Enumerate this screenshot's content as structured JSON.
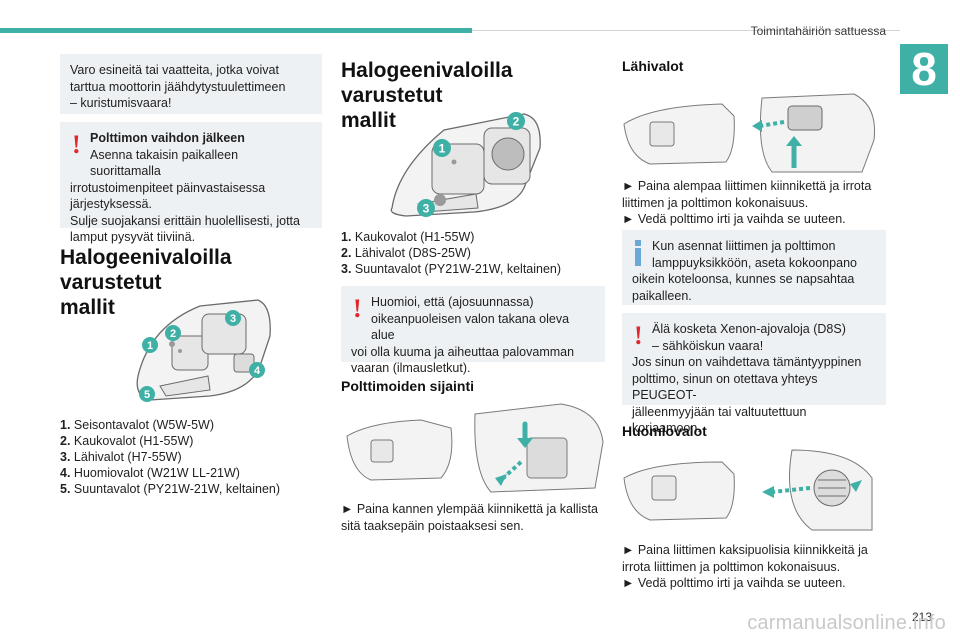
{
  "header": {
    "title": "Toimintahäiriön sattuessa",
    "chapter": "8"
  },
  "col1": {
    "note1_lines": [
      "Varo esineitä tai vaatteita, jotka voivat",
      "tarttua moottorin jäähdytystuulettimeen",
      "– kuristumisvaara!"
    ],
    "warn_title": "Polttimon vaihdon jälkeen",
    "warn_lines": [
      "Asenna takaisin paikalleen suorittamalla",
      "irrotustoimenpiteet päinvastaisessa",
      "järjestyksessä.",
      "Sulje suojakansi erittäin huolellisesti, jotta",
      "lamput pysyvät tiiviinä."
    ],
    "heading_lines": [
      "Halogeenivaloilla varustetut",
      "mallit"
    ],
    "callouts": [
      "1",
      "2",
      "3",
      "4",
      "5"
    ],
    "list": [
      {
        "n": "1.",
        "t": "Seisontavalot (W5W-5W)"
      },
      {
        "n": "2.",
        "t": "Kaukovalot (H1-55W)"
      },
      {
        "n": "3.",
        "t": "Lähivalot (H7-55W)"
      },
      {
        "n": "4.",
        "t": "Huomiovalot (W21W LL-21W)"
      },
      {
        "n": "5.",
        "t": "Suuntavalot (PY21W-21W, keltainen)"
      }
    ]
  },
  "col2": {
    "heading_lines": [
      "Halogeenivaloilla varustetut",
      "mallit"
    ],
    "callouts": [
      "1",
      "2",
      "3"
    ],
    "list": [
      {
        "n": "1.",
        "t": "Kaukovalot (H1-55W)"
      },
      {
        "n": "2.",
        "t": "Lähivalot (D8S-25W)"
      },
      {
        "n": "3.",
        "t": "Suuntavalot (PY21W-21W, keltainen)"
      }
    ],
    "warn_lines": [
      "Huomioi, että (ajosuunnassa)",
      "oikeanpuoleisen valon takana oleva alue",
      "voi olla kuuma ja aiheuttaa palovamman",
      "vaaran (ilmausletkut)."
    ],
    "sub_heading": "Polttimoiden sijainti",
    "para_lines": [
      "► Paina kannen ylempää kiinnikettä ja kallista",
      "sitä taaksepäin poistaaksesi sen."
    ]
  },
  "col3": {
    "heading1": "Lähivalot",
    "para1_lines": [
      "► Paina alempaa liittimen kiinnikettä ja irrota",
      "liittimen ja polttimon kokonaisuus.",
      "► Vedä polttimo irti ja vaihda se uuteen."
    ],
    "info_lines": [
      "Kun asennat liittimen ja polttimon",
      "lamppuyksikköön, aseta kokoonpano",
      "oikein koteloonsa, kunnes se napsahtaa",
      "paikalleen."
    ],
    "warn_lines": [
      "Älä kosketa Xenon-ajovaloja (D8S)",
      "– sähköiskun vaara!",
      "Jos sinun on vaihdettava tämäntyyppinen",
      "polttimo, sinun on otettava yhteys PEUGEOT-",
      "jälleenmyyjään tai valtuutettuun korjaamoon."
    ],
    "heading2": "Huomiovalot",
    "para2_lines": [
      "► Paina liittimen kaksipuolisia kiinnikkeitä ja",
      "irrota liittimen ja polttimon kokonaisuus.",
      "► Vedä polttimo irti ja vaihda se uuteen."
    ]
  },
  "footer": {
    "page": "213",
    "watermark": "carmanualsonline.info"
  },
  "colors": {
    "accent": "#3fb0a6",
    "warning": "#e2242b",
    "info": "#6aa9d6",
    "box_bg": "#eef1f3"
  }
}
